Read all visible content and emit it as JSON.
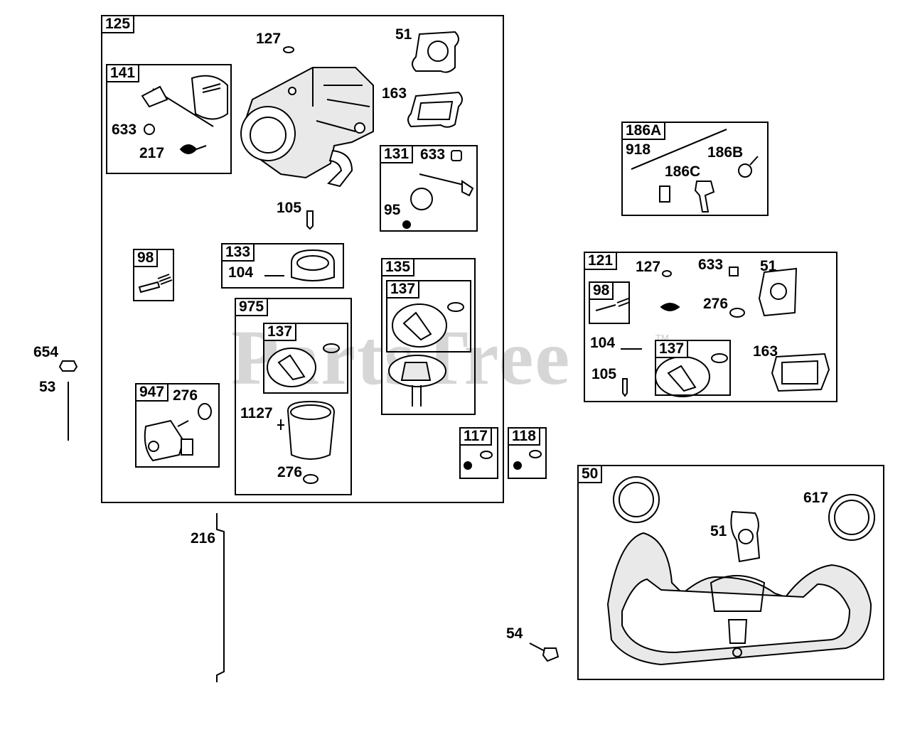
{
  "watermark": {
    "text": "PartsTree",
    "trademark": "TM"
  },
  "boxes": {
    "b125": "125",
    "b141": "141",
    "b131": "131",
    "b98a": "98",
    "b133": "133",
    "b135": "135",
    "b137a": "137",
    "b975": "975",
    "b137b": "137",
    "b947": "947",
    "b117": "117",
    "b118": "118",
    "b186A": "186A",
    "b121": "121",
    "b98b": "98",
    "b137c": "137",
    "b50": "50"
  },
  "labels": {
    "l127a": "127",
    "l51a": "51",
    "l163a": "163",
    "l633a": "633",
    "l217": "217",
    "l633b": "633",
    "l95": "95",
    "l105a": "105",
    "l104a": "104",
    "l654": "654",
    "l53": "53",
    "l276a": "276",
    "l1127": "1127",
    "l276b": "276",
    "l216": "216",
    "l918": "918",
    "l186B": "186B",
    "l186C": "186C",
    "l127b": "127",
    "l633c": "633",
    "l51b": "51",
    "l276c": "276",
    "l104b": "104",
    "l163b": "163",
    "l105b": "105",
    "l617": "617",
    "l51c": "51",
    "l54": "54"
  }
}
